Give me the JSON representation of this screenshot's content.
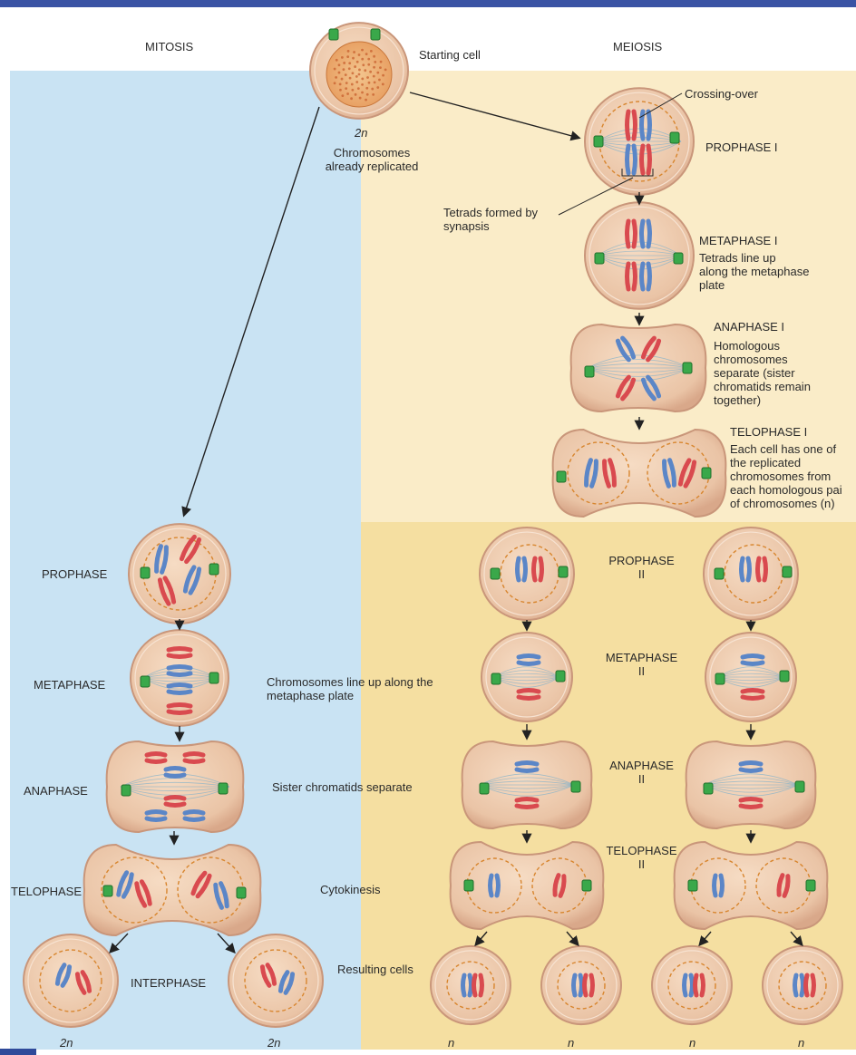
{
  "headers": {
    "mitosis": "MITOSIS",
    "meiosis": "MEIOSIS"
  },
  "starting": {
    "label": "Starting cell",
    "ploidy": "2n",
    "note": "Chromosomes\nalready replicated"
  },
  "mitosis": {
    "prophase": "PROPHASE",
    "metaphase": "METAPHASE",
    "metaphase_note": "Chromosomes line up along the\nmetaphase plate",
    "anaphase": "ANAPHASE",
    "anaphase_note": "Sister chromatids separate",
    "telophase": "TELOPHASE",
    "cytokinesis": "Cytokinesis",
    "interphase": "INTERPHASE",
    "resulting": "Resulting cells",
    "ploidy_left": "2n",
    "ploidy_right": "2n"
  },
  "meiosis1": {
    "crossing_over": "Crossing-over",
    "prophase": "PROPHASE I",
    "tetrads": "Tetrads formed by\nsynapsis",
    "metaphase": "METAPHASE I",
    "metaphase_note": "Tetrads line up\nalong the metaphase\nplate",
    "anaphase": "ANAPHASE I",
    "anaphase_note": "Homologous\nchromosomes\nseparate (sister\nchromatids remain\ntogether)",
    "telophase": "TELOPHASE I",
    "telophase_note": "Each cell has one of\nthe replicated\nchromosomes from\neach homologous pai\nof chromosomes (n)"
  },
  "meiosis2": {
    "prophase": "PROPHASE\nII",
    "metaphase": "METAPHASE\nII",
    "anaphase": "ANAPHASE\nII",
    "telophase": "TELOPHASE\nII",
    "ploidy": [
      "n",
      "n",
      "n",
      "n"
    ]
  },
  "colors": {
    "mitosis_bg": "#c9e3f3",
    "meiosis1_bg": "#faecc8",
    "meiosis2_bg": "#f5dfa1",
    "cell_fill": "#efcfb3",
    "cell_edge": "#c9967a",
    "chrom_red": "#d94a4f",
    "chrom_blue": "#5b86c7",
    "centrosome": "#3aa84a"
  }
}
